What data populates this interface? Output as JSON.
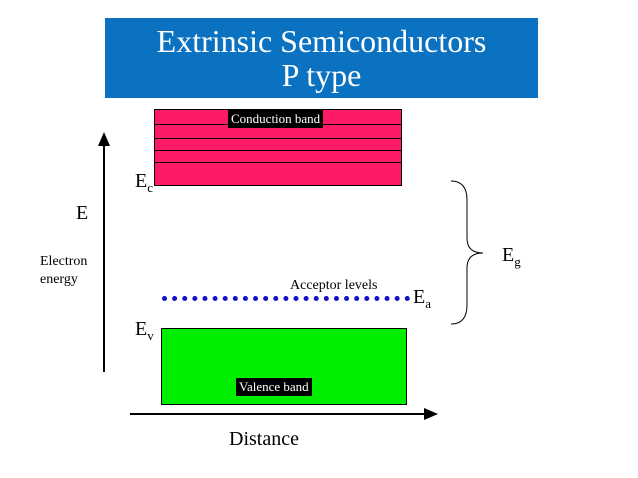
{
  "title": {
    "line1": "Extrinsic Semiconductors",
    "line2": "P type"
  },
  "bands": {
    "conduction_label": "Conduction band",
    "valence_label": "Valence band",
    "acceptor_label": "Acceptor levels"
  },
  "levels": {
    "ec_main": "E",
    "ec_sub": "c",
    "ev_main": "E",
    "ev_sub": "v",
    "ea_main": "E",
    "ea_sub": "a",
    "eg_main": "E",
    "eg_sub": "g"
  },
  "axes": {
    "y_symbol": "E",
    "y_label_line1": "Electron",
    "y_label_line2": "energy",
    "x_label": "Distance"
  },
  "colors": {
    "title_bg": "#0b72c2",
    "conduction": "#ff1a66",
    "valence": "#00ee00",
    "acceptor": "#1010c8"
  }
}
